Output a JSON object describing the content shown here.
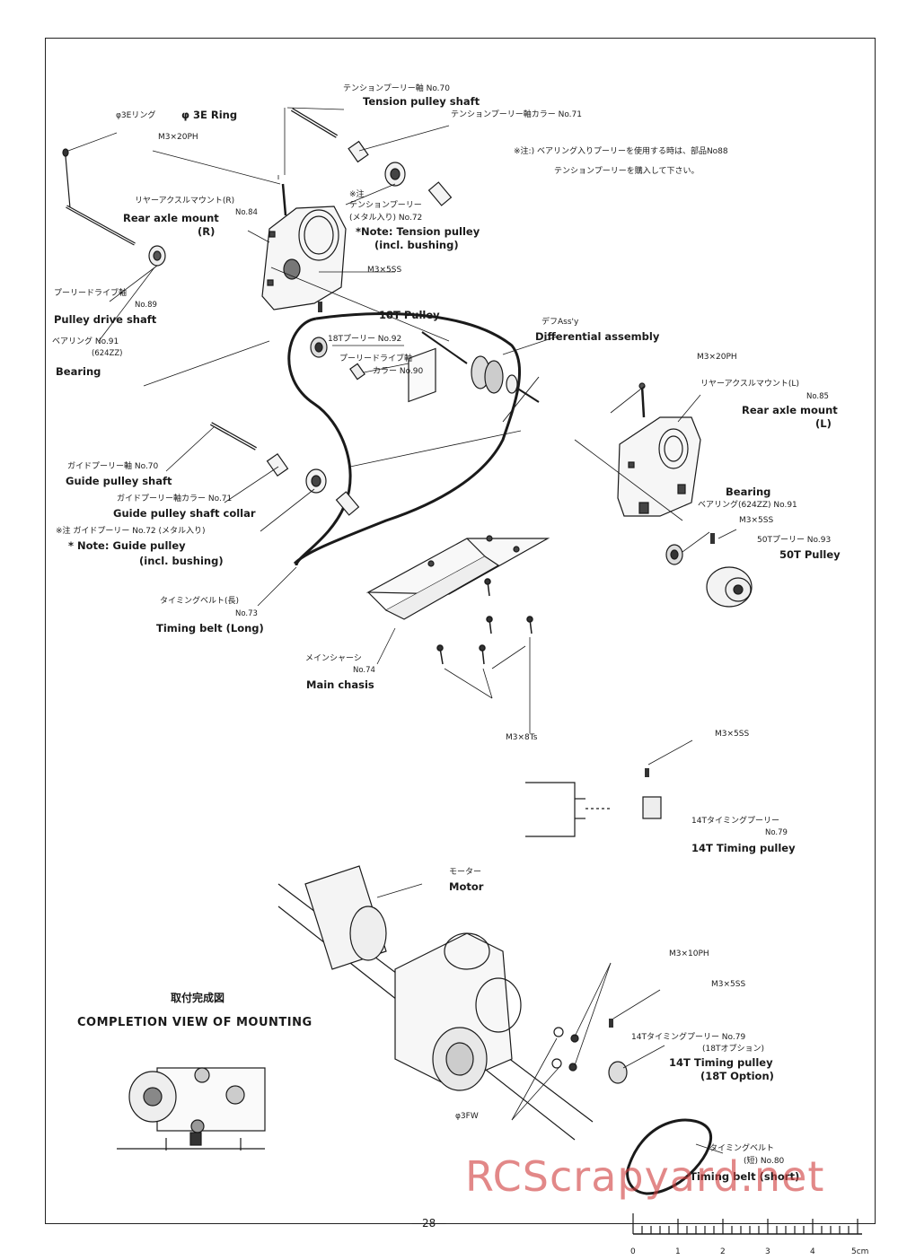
{
  "page": {
    "page_number": "—28—",
    "watermark": "RCScrapyard.net"
  },
  "note": {
    "line1": "※注:) ベアリング入りプーリーを使用する時は、部品No88",
    "line2": "テンションプーリーを購入して下さい。"
  },
  "labels": {
    "tension_shaft_jp": "テンションプーリー軸 No.70",
    "tension_shaft_en": "Tension pulley shaft",
    "tension_collar_jp": "テンションプーリー軸カラー No.71",
    "e_ring_jp": "φ3Eリング",
    "e_ring_en": "φ 3E Ring",
    "m3x20ph_a": "M3×20PH",
    "rear_mount_r_jp": "リヤーアクスルマウント(R)",
    "rear_mount_r_no": "No.84",
    "rear_mount_r_en1": "Rear axle mount",
    "rear_mount_r_en2": "(R)",
    "tension_pulley_mark": "※注",
    "tension_pulley_jp": "テンションプーリー",
    "tension_pulley_jp2": "(メタル入り) No.72",
    "tension_pulley_en1": "*Note: Tension pulley",
    "tension_pulley_en2": "(incl. bushing)",
    "m3x5ss_a": "M3×5SS",
    "pulley_drive_jp": "プーリードライブ軸",
    "pulley_drive_no": "No.89",
    "pulley_drive_en": "Pulley drive shaft",
    "bearing_jp": "ベアリング No.91",
    "bearing_code": "(624ZZ)",
    "bearing_en": "Bearing",
    "pulley_18t_en": "18T Pulley",
    "pulley_18t_jp": "18Tプーリー No.92",
    "diff_jp": "デフAss'y",
    "diff_en": "Differential assembly",
    "drive_collar_jp1": "プーリードライブ軸",
    "drive_collar_jp2": "カラー No.90",
    "m3x20ph_b": "M3×20PH",
    "rear_mount_l_jp": "リヤーアクスルマウント(L)",
    "rear_mount_l_no": "No.85",
    "rear_mount_l_en1": "Rear axle mount",
    "rear_mount_l_en2": "(L)",
    "guide_shaft_jp": "ガイドプーリー軸 No.70",
    "guide_shaft_en": "Guide pulley shaft",
    "guide_collar_jp": "ガイドプーリー軸カラー No.71",
    "guide_collar_en": "Guide pulley shaft collar",
    "guide_pulley_jp": "※注 ガイドプーリー No.72 (メタル入り)",
    "guide_pulley_en1": "* Note: Guide pulley",
    "guide_pulley_en2": "(incl. bushing)",
    "bearing2_en": "Bearing",
    "bearing2_jp": "ベアリング(624ZZ) No.91",
    "m3x5ss_b": "M3×5SS",
    "pulley_50t_jp": "50Tプーリー No.93",
    "pulley_50t_en": "50T Pulley",
    "belt_long_jp": "タイミングベルト(長)",
    "belt_long_no": "No.73",
    "belt_long_en": "Timing belt (Long)",
    "chassis_jp": "メインシャーシ",
    "chassis_no": "No.74",
    "chassis_en": "Main chasis",
    "m3x8ts": "M3×8Ts",
    "m3x5ss_c": "M3×5SS",
    "timing14_jp": "14Tタイミングプーリー",
    "timing14_no": "No.79",
    "timing14_en": "14T Timing pulley",
    "motor_jp": "モーター",
    "motor_en": "Motor",
    "m3x10ph": "M3×10PH",
    "m3x5ss_d": "M3×5SS",
    "completion_jp": "取付完成図",
    "completion_en": "COMPLETION VIEW OF MOUNTING",
    "timing14b_jp1": "14Tタイミングプーリー No.79",
    "timing14b_jp2": "(18Tオプション)",
    "timing14b_en1": "14T Timing pulley",
    "timing14b_en2": "(18T Option)",
    "fw3": "φ3FW",
    "belt_short_jp1": "タイミングベルト",
    "belt_short_jp2": "(短) No.80",
    "belt_short_en": "Timing belt (short)"
  },
  "ruler": {
    "ticks": [
      "0",
      "1",
      "2",
      "3",
      "4",
      "5cm"
    ]
  }
}
